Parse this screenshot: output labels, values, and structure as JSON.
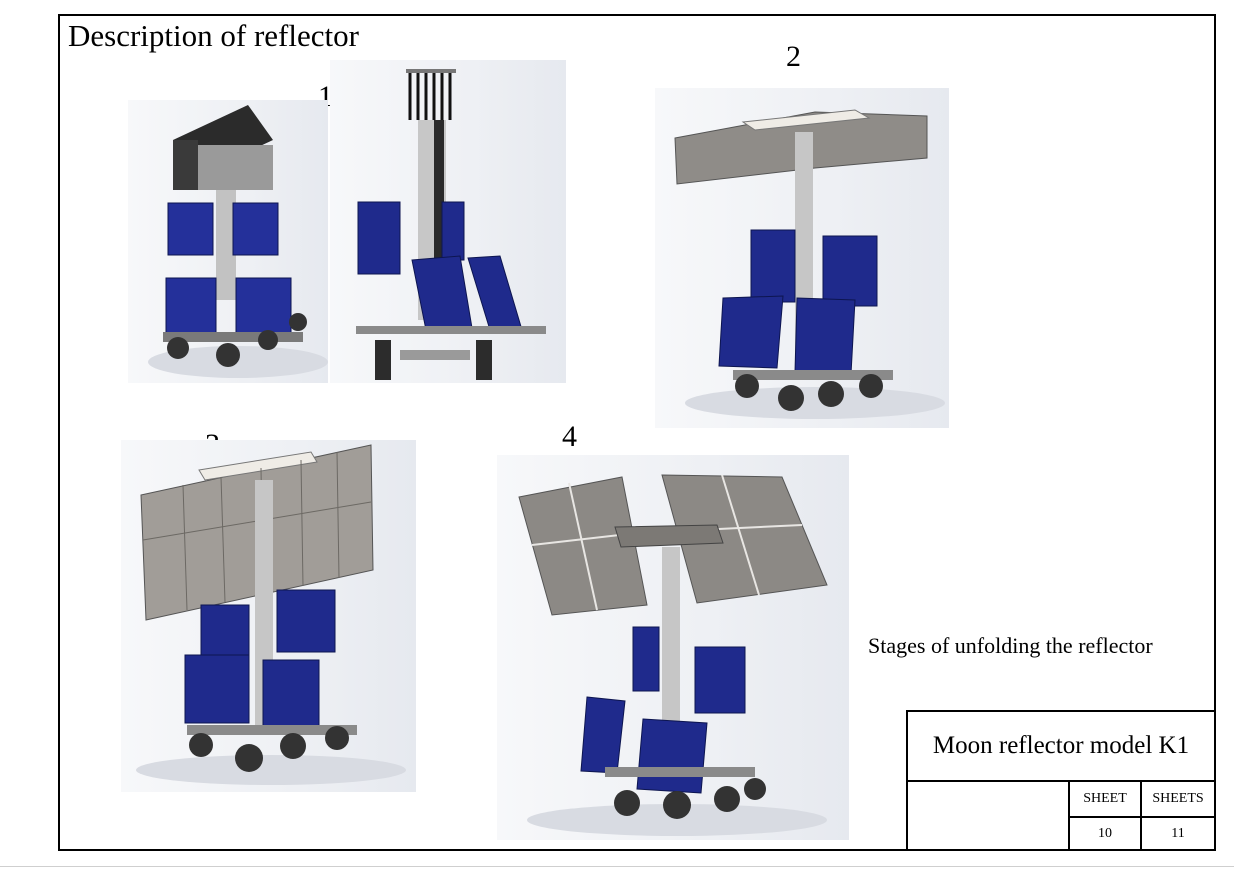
{
  "title": "Description of reflector",
  "stages": [
    {
      "label": "1"
    },
    {
      "label": "2"
    },
    {
      "label": "3"
    },
    {
      "label": "4"
    }
  ],
  "caption": "Stages of unfolding the reflector",
  "title_block": {
    "name": "Moon reflector model K1",
    "sheet_label": "SHEET",
    "sheets_label": "SHEETS",
    "sheet_value": "10",
    "sheets_value": "11"
  },
  "colors": {
    "solar_panel": "#1f2a8c",
    "reflector_panel": "#a9a5a1",
    "mast": "#bcbcbc",
    "frame": "#000000"
  }
}
